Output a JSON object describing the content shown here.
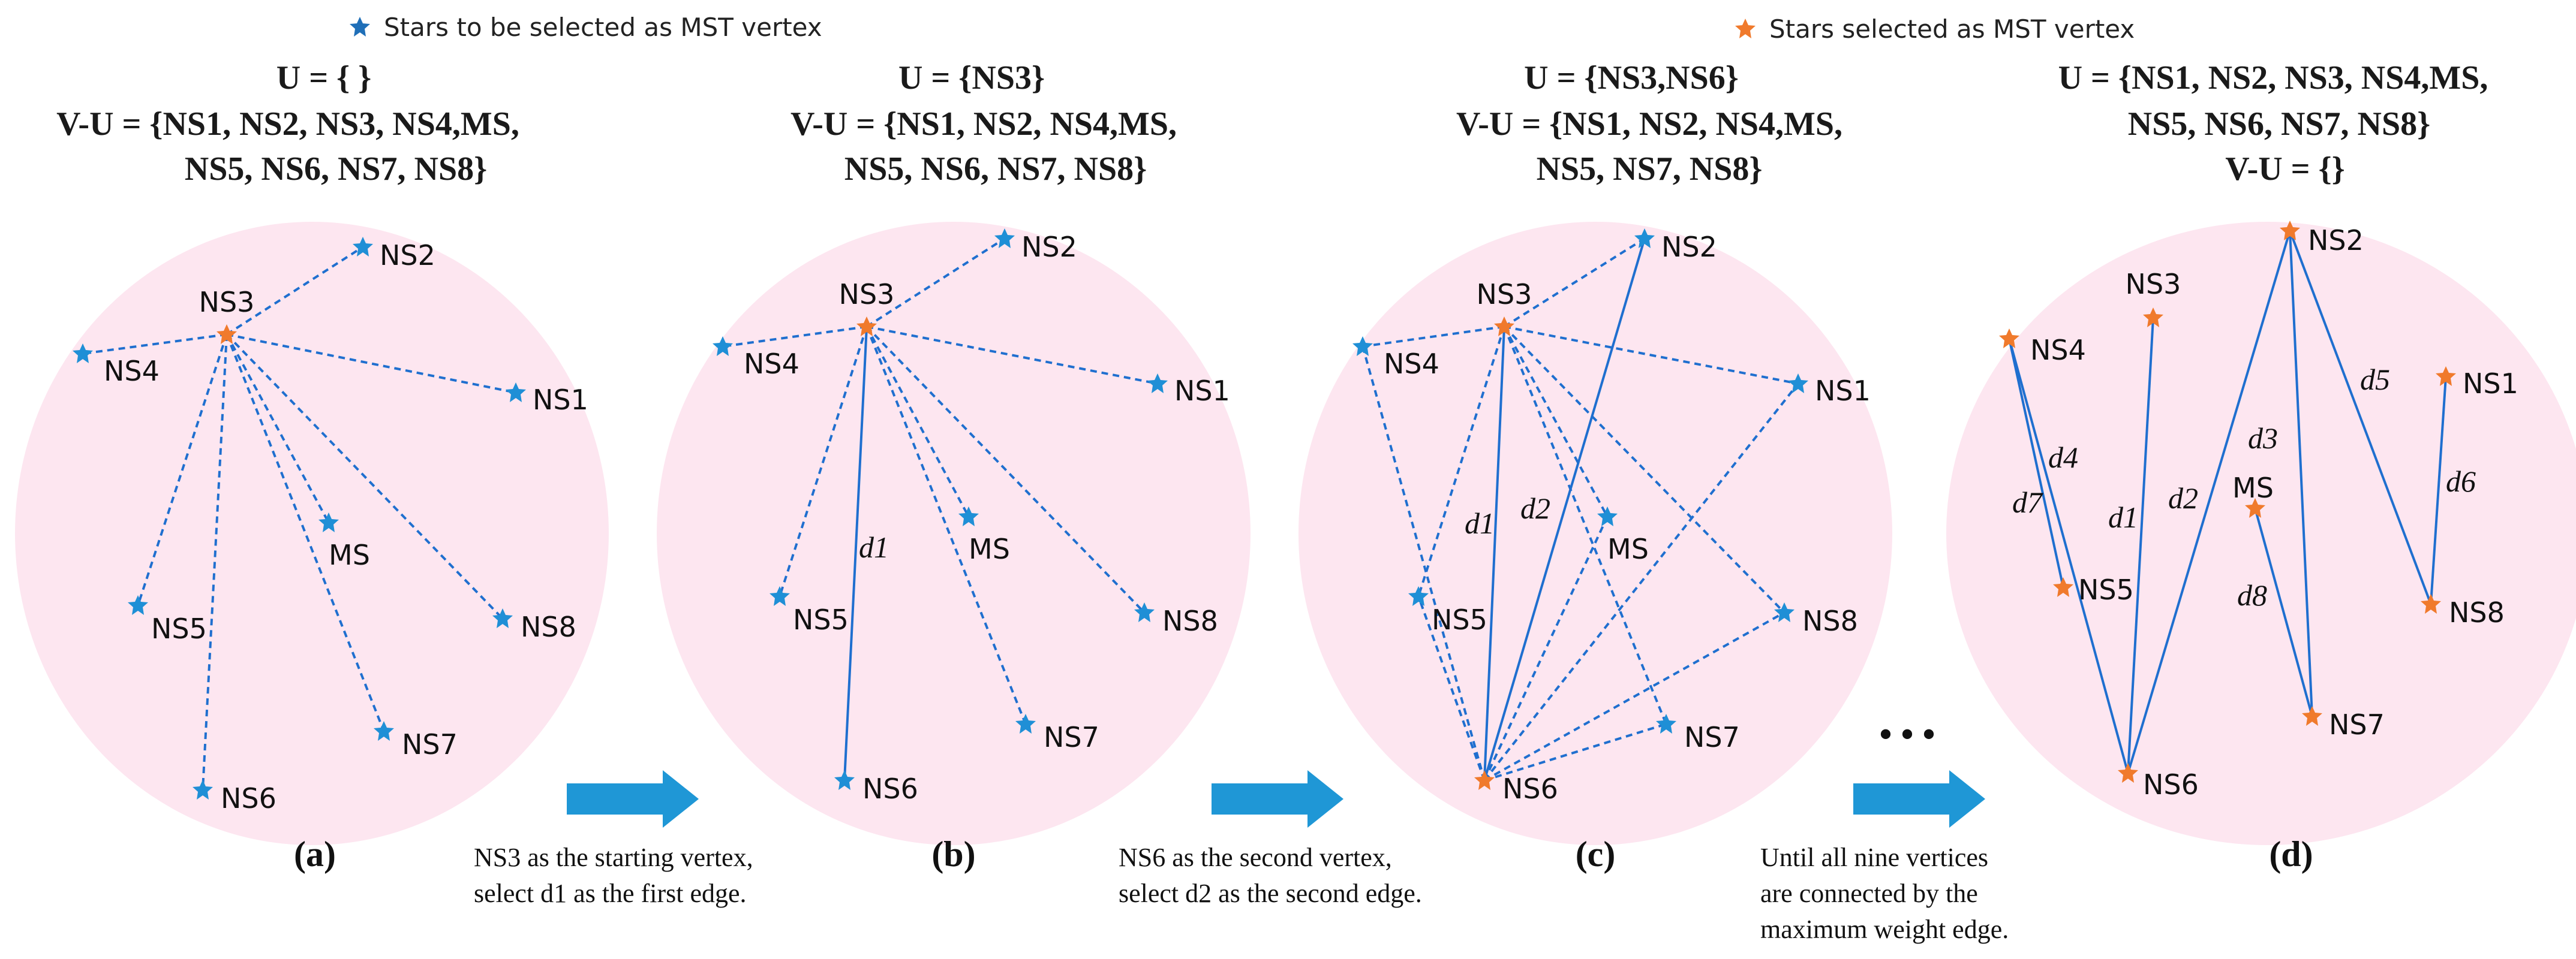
{
  "colors": {
    "candidate_star": "#1f8fd6",
    "selected_star": "#f07a2c",
    "edge": "#1f6fcf",
    "background_circle": "#fde6f0",
    "arrow": "#1f97d6"
  },
  "legend": {
    "candidate": "Stars to be selected as MST vertex",
    "selected": "Stars selected as MST vertex"
  },
  "panels": {
    "a": {
      "caption": "(a)",
      "header": {
        "u_line": "U = { }",
        "vu_line1": "V-U  =  {NS1, NS2, NS3, NS4,MS,",
        "vu_line2": "NS5, NS6, NS7, NS8}"
      }
    },
    "b": {
      "caption": "(b)",
      "header": {
        "u_line": "U = {NS3}",
        "vu_line1": "V-U = {NS1, NS2, NS4,MS,",
        "vu_line2": "NS5, NS6, NS7, NS8}"
      },
      "edge_labels": [
        "d1"
      ]
    },
    "c": {
      "caption": "(c)",
      "header": {
        "u_line": "U = {NS3,NS6}",
        "vu_line1": "V-U = {NS1, NS2, NS4,MS,",
        "vu_line2": "NS5, NS7, NS8}"
      },
      "edge_labels": [
        "d1",
        "d2"
      ]
    },
    "d": {
      "caption": "(d)",
      "header": {
        "u_line1": "U = {NS1, NS2, NS3, NS4,MS,",
        "u_line2": "NS5, NS6, NS7, NS8}",
        "vu_line": "V-U = {}"
      },
      "edge_labels": [
        "d1",
        "d2",
        "d3",
        "d4",
        "d5",
        "d6",
        "d7",
        "d8"
      ]
    }
  },
  "notes": {
    "ab": [
      "NS3 as the starting vertex,",
      "select d1 as the first edge."
    ],
    "bc": [
      "NS6 as the second vertex,",
      "select d2 as the second edge."
    ],
    "cd": [
      "Until all  nine vertices",
      "are connected by the",
      "maximum weight edge."
    ]
  },
  "ellipsis": "• • •",
  "nodes": [
    "NS1",
    "NS2",
    "NS3",
    "NS4",
    "MS",
    "NS5",
    "NS6",
    "NS7",
    "NS8"
  ]
}
